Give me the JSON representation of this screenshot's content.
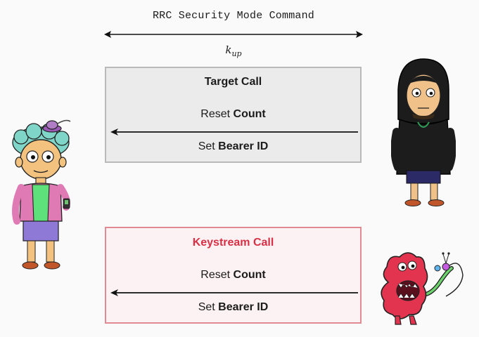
{
  "header": {
    "message": "RRC Security Mode Command",
    "key_base": "k",
    "key_sub": "up"
  },
  "target_call": {
    "title": "Target Call",
    "step1_prefix": "Reset ",
    "step1_bold": "Count",
    "step2_prefix": "Set ",
    "step2_bold": "Bearer ID"
  },
  "keystream_call": {
    "title": "Keystream Call",
    "step1_prefix": "Reset ",
    "step1_bold": "Count",
    "step2_prefix": "Set ",
    "step2_bold": "Bearer ID"
  },
  "colors": {
    "keystream_accent": "#d92f45",
    "target_box_fill": "#ebebeb",
    "keystream_box_fill": "#fcf2f3"
  }
}
